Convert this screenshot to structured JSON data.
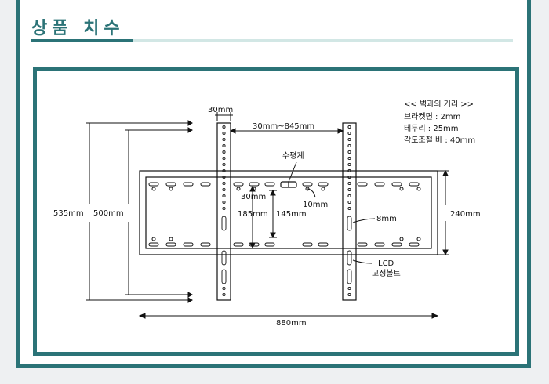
{
  "title": "상품 치수",
  "spec": {
    "heading": "<< 벽과의 거리 >>",
    "bracket": "브라켓면 : 2mm",
    "bezel": "테두리 : 25mm",
    "angle_bar": "각도조절 바 : 40mm"
  },
  "dimensions": {
    "rail_width": "30mm",
    "rail_spacing": "30mm~845mm",
    "level_label": "수평계",
    "slot_30": "30mm",
    "slot_10": "10mm",
    "h_535": "535mm",
    "h_500": "500mm",
    "h_185": "185mm",
    "h_145": "145mm",
    "slot_8": "8mm",
    "h_240": "240mm",
    "lcd_label": "LCD",
    "lcd_bolt": "고정볼트",
    "w_880": "880mm"
  }
}
